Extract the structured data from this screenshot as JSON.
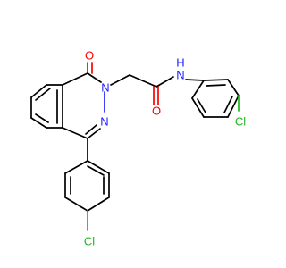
{
  "labels": {
    "o_phthalazinone": "O",
    "n2": "N",
    "n3": "N",
    "o_amide": "O",
    "nh": "N",
    "h": "H",
    "cl_right": "Cl",
    "cl_bottom": "Cl"
  },
  "colors": {
    "bond": "#000000",
    "oxygen": "#ff0000",
    "nitrogen": "#2020ff",
    "chlorine": "#1fb81f",
    "background": "#ffffff"
  }
}
